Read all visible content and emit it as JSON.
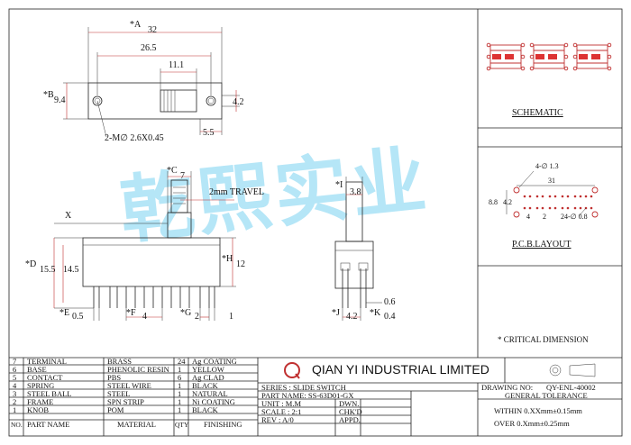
{
  "drawing": {
    "top_view": {
      "dim_A": "*A",
      "dim_A_val": "32",
      "dim_265": "26.5",
      "dim_111": "11.1",
      "dim_B": "*B",
      "dim_B_val": "9.4",
      "dim_42": "4.2",
      "dim_55": "5.5",
      "hole_note": "2-M∅ 2.6X0.45"
    },
    "front_view": {
      "dim_C": "*C",
      "dim_C_val": "7",
      "travel": "2mm TRAVEL",
      "x_label": "X",
      "dim_D": "*D",
      "dim_D_val": "15.5",
      "dim_145": "14.5",
      "dim_H": "*H",
      "dim_H_val": "12",
      "dim_E": "*E",
      "dim_E_val": "0.5",
      "dim_F": "*F",
      "dim_F_val": "4",
      "dim_G": "*G",
      "dim_G_val": "2",
      "dim_1": "1"
    },
    "side_view": {
      "dim_I": "*I",
      "dim_I_val": "3.8",
      "dim_06": "0.6",
      "dim_J": "*J",
      "dim_J_val": "4.2",
      "dim_K": "*K",
      "dim_K_val": "0.4"
    },
    "schematic_label": "SCHEMATIC",
    "pcb": {
      "label": "P.C.B.LAYOUT",
      "hole_note": "4-∅ 1.3",
      "dim_31": "31",
      "dim_88": "8.8",
      "dim_42": "4.2",
      "dim_4": "4",
      "dim_2": "2",
      "pin_note": "24-∅ 0.8"
    },
    "critical_note": "* CRITICAL  DIMENSION",
    "watermark": "乾熙实业"
  },
  "bom": [
    {
      "no": "7",
      "part": "TERMINAL",
      "material": "BRASS",
      "qty": "24",
      "finish": "Ag COATING"
    },
    {
      "no": "6",
      "part": "BASE",
      "material": "PHENOLIC RESIN",
      "qty": "1",
      "finish": "YELLOW"
    },
    {
      "no": "5",
      "part": "CONTACT",
      "material": "PBS",
      "qty": "6",
      "finish": "Ag CLAD"
    },
    {
      "no": "4",
      "part": "SPRING",
      "material": "STEEL WIRE",
      "qty": "1",
      "finish": "BLACK"
    },
    {
      "no": "3",
      "part": "STEEL BALL",
      "material": "STEEL",
      "qty": "1",
      "finish": "NATURAL"
    },
    {
      "no": "2",
      "part": "FRAME",
      "material": "SPN STRIP",
      "qty": "1",
      "finish": "Ni COATING"
    },
    {
      "no": "1",
      "part": "KNOB",
      "material": "POM",
      "qty": "1",
      "finish": "BLACK"
    }
  ],
  "bom_header": {
    "no": "NO.",
    "part": "PART NAME",
    "material": "MATERIAL",
    "qty": "QTY",
    "finish": "FINISHING"
  },
  "title_block": {
    "company": "QIAN YI INDUSTRIAL LIMITED",
    "logo_letter": "Q",
    "series": "SERIES : SLIDE SWITCH",
    "part_name": "PART NAME: SS-63D01-GX",
    "unit": "UNIT : M.M",
    "scale": "SCALE : 2:1",
    "rev": "REV   : A/0",
    "dwn": "DWN.",
    "chkd": "CHK'D",
    "appd": "APPD.",
    "drawing_no_label": "DRAWING NO:",
    "drawing_no": "QY-ENL-40002",
    "tolerance_title": "GENERAL TOLERANCE",
    "tol_1": "WITHIN  0.XXmm±0.15mm",
    "tol_2": "OVER    0.Xmm±0.25mm"
  }
}
